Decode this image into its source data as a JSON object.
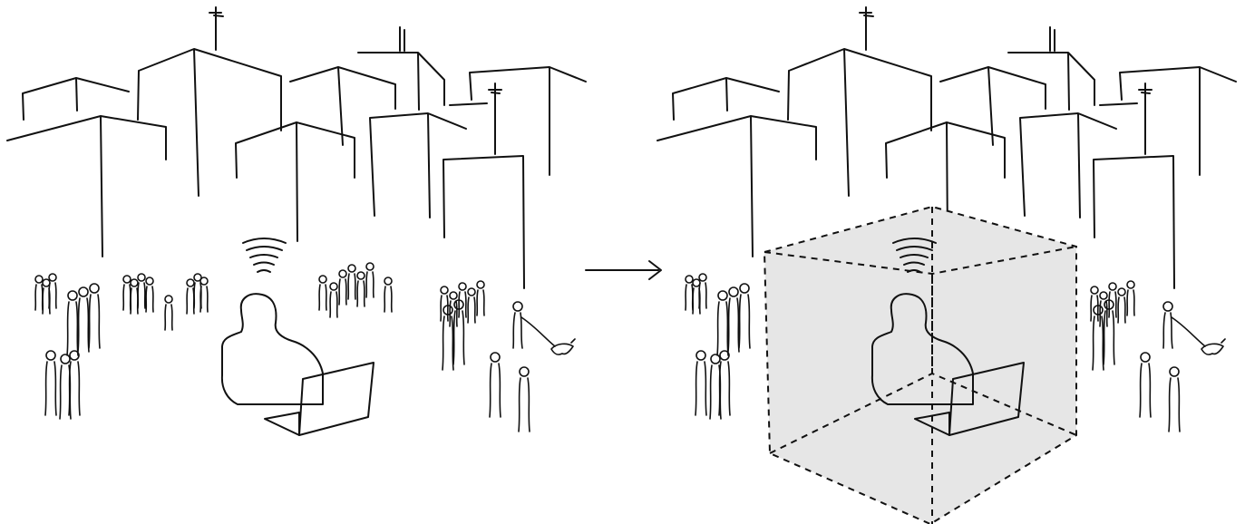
{
  "panels": [
    {
      "id": "before",
      "has_bubble": false
    },
    {
      "id": "after",
      "has_bubble": true
    }
  ],
  "arrow": {
    "direction": "right"
  },
  "colors": {
    "ink": "#111111",
    "background": "#ffffff",
    "bubble_fill": "#e6e6e6",
    "person_fill_before": "#ffffff",
    "person_fill_after": "#f4f4f4",
    "laptop_fill": "#d6d6d6"
  },
  "icons": [
    "building-skyline",
    "wifi-icon",
    "person-with-laptop-icon",
    "crowd-figures",
    "dog-walker-icon"
  ]
}
